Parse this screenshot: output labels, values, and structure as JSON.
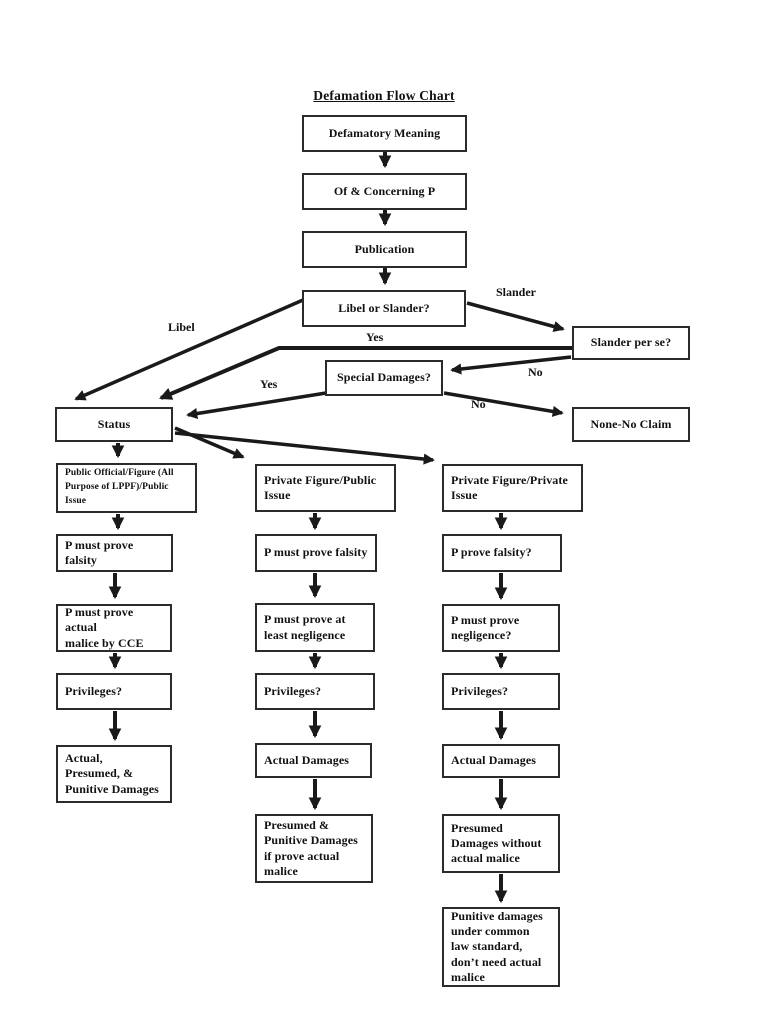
{
  "title": "Defamation Flow Chart",
  "nodes": {
    "defamatory_meaning": "Defamatory Meaning",
    "of_concerning_p": "Of & Concerning P",
    "publication": "Publication",
    "libel_or_slander": "Libel or Slander?",
    "slander_per_se": "Slander per se?",
    "special_damages": "Special Damages?",
    "status": "Status",
    "none_no_claim": "None-No Claim",
    "col1_header": "Public Official/Figure (All\nPurpose of LPPF)/Public\nIssue",
    "col1_falsity": "P must prove falsity",
    "col1_malice": "P must prove actual\nmalice by CCE",
    "col1_privileges": "Privileges?",
    "col1_damages": "Actual,\nPresumed, &\nPunitive Damages",
    "col2_header": "Private Figure/Public\nIssue",
    "col2_falsity": "P must prove falsity",
    "col2_negligence": "P must prove at\nleast negligence",
    "col2_privileges": "Privileges?",
    "col2_actual": "Actual Damages",
    "col2_presumed": "Presumed &\nPunitive Damages\nif prove actual\nmalice",
    "col3_header": "Private Figure/Private\nIssue",
    "col3_falsity": "P prove falsity?",
    "col3_negligence": "P must prove\nnegligence?",
    "col3_privileges": "Privileges?",
    "col3_actual": "Actual Damages",
    "col3_presumed": "Presumed\nDamages without\nactual malice",
    "col3_punitive": "Punitive damages\nunder common\nlaw standard,\ndon’t need actual\nmalice"
  },
  "edge_labels": {
    "libel": "Libel",
    "slander": "Slander",
    "yes_slander_per_se": "Yes",
    "yes_special_damages": "Yes",
    "no_slander_per_se": "No",
    "no_special_damages": "No"
  },
  "colors": {
    "ink": "#1a1a1a",
    "border": "#2b2b2b",
    "background": "#ffffff"
  }
}
